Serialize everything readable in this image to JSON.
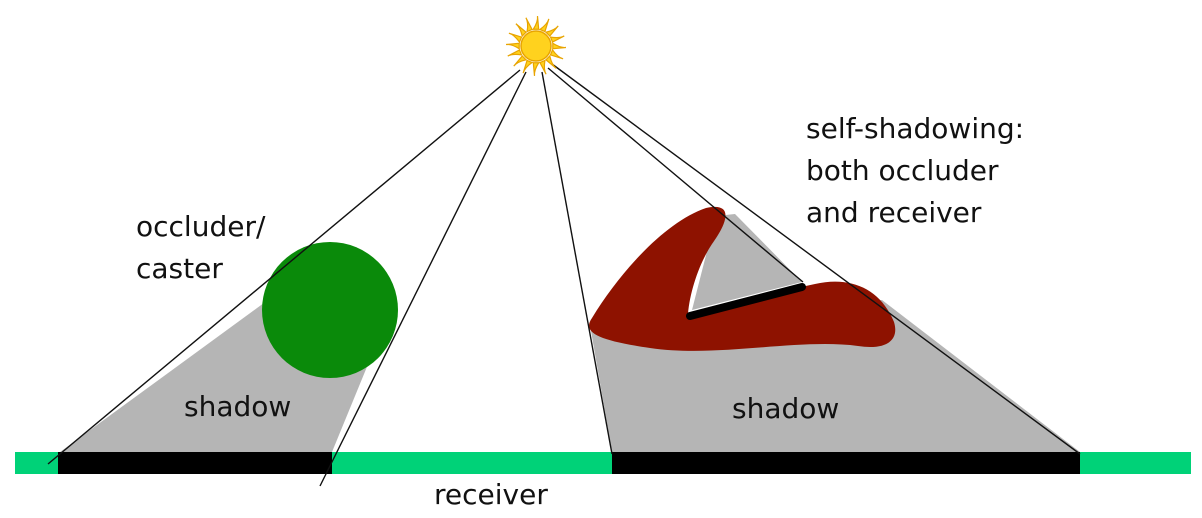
{
  "labels": {
    "caster_line1": "occluder/",
    "caster_line2": "caster",
    "shadow_left": "shadow",
    "shadow_right": "shadow",
    "self_shadow_line1": "self-shadowing:",
    "self_shadow_line2": "both occluder",
    "self_shadow_line3": "and receiver",
    "receiver": "receiver"
  },
  "colors": {
    "background": "#ffffff",
    "receiver_plane": "#00d278",
    "shadow_on_receiver": "#000000",
    "shadow_region": "#b5b5b5",
    "sphere_occluder": "#0a8a0a",
    "self_shadowing_object": "#8e1200",
    "sun_core": "#ffd21e",
    "sun_rays": "#e8a400",
    "light_ray": "#111111",
    "text": "#111111"
  },
  "icons": {
    "light_source": "sun-icon"
  }
}
